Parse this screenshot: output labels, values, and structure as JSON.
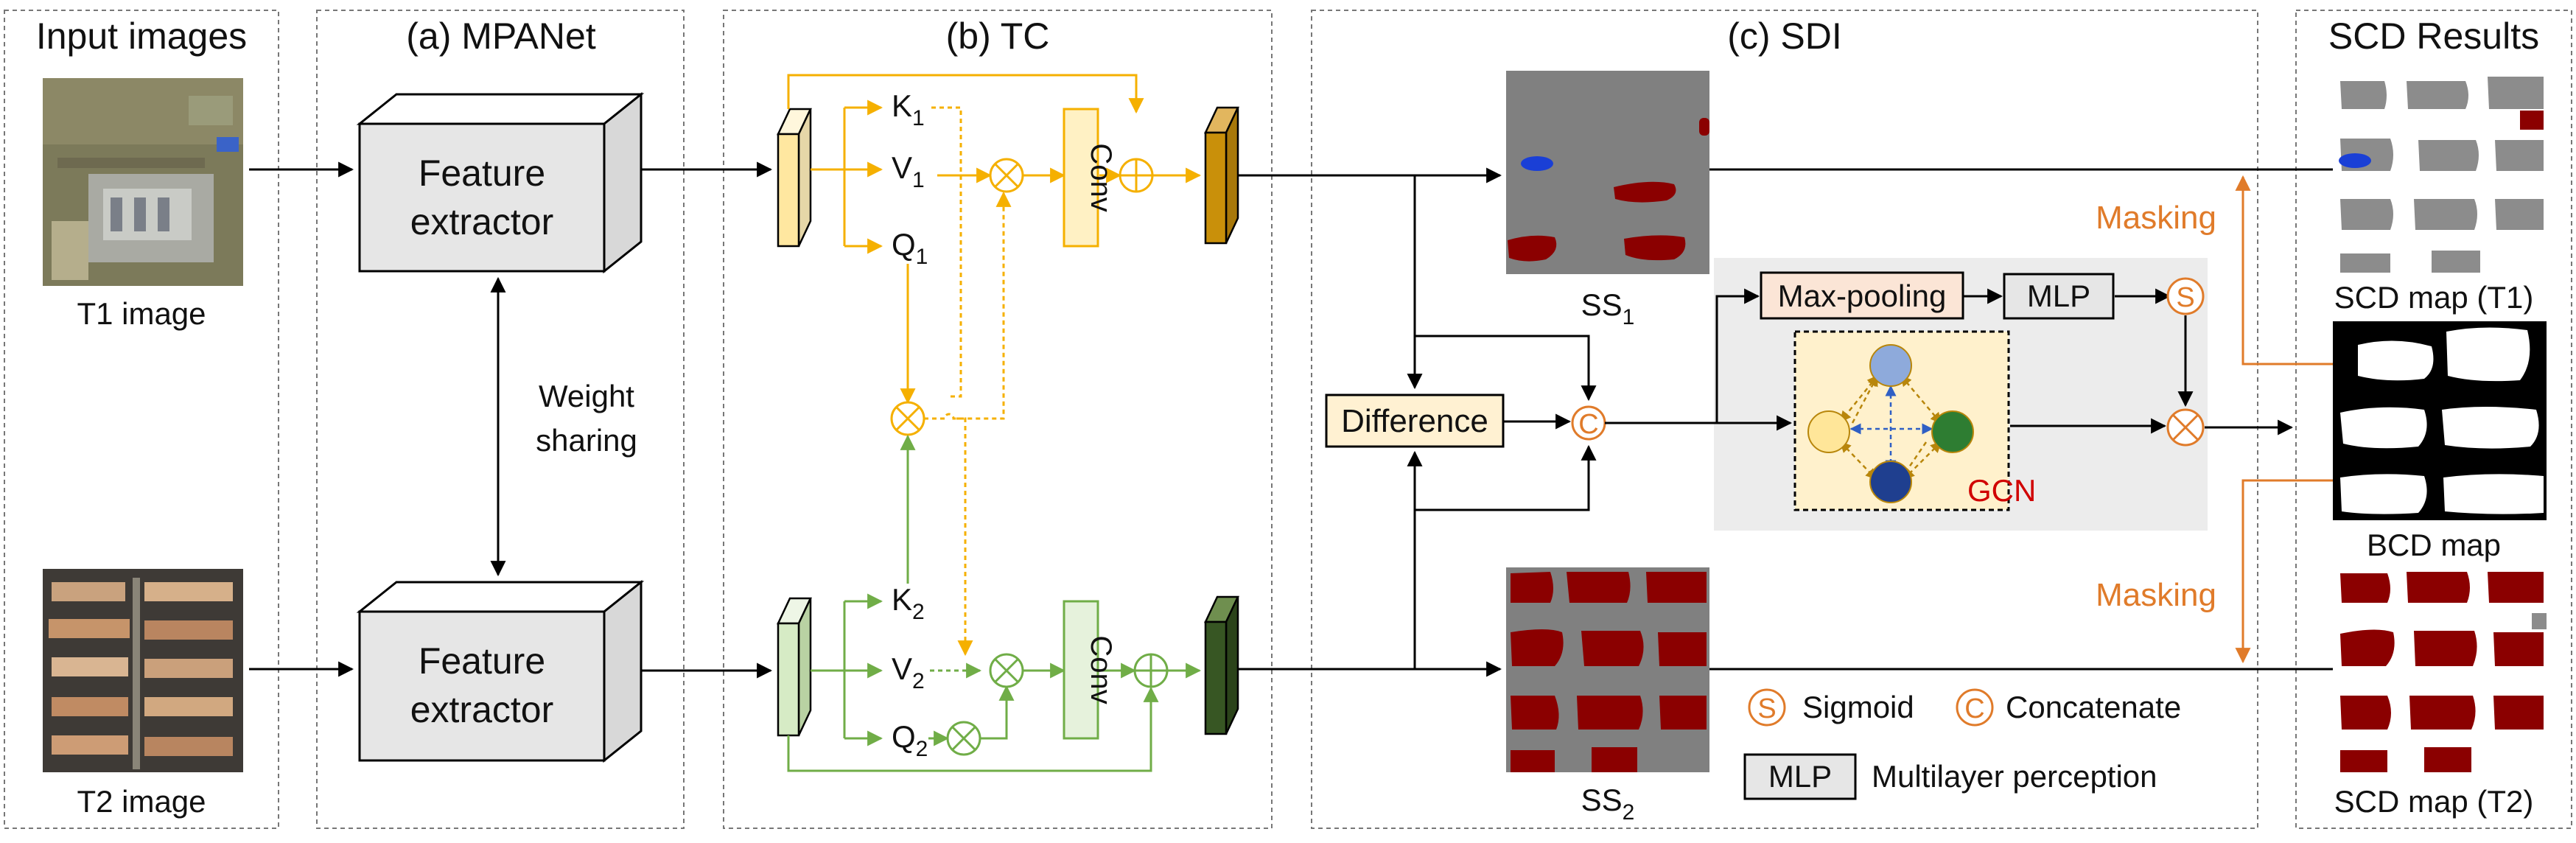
{
  "panels": {
    "input": "Input images",
    "mpanet": "(a) MPANet",
    "tc": "(b) TC",
    "sdi": "(c) SDI",
    "results": "SCD Results"
  },
  "inputs": {
    "t1": "T1 image",
    "t2": "T2 image"
  },
  "mpanet": {
    "extractor_line1": "Feature",
    "extractor_line2": "extractor",
    "weight_line1": "Weight",
    "weight_line2": "sharing"
  },
  "tc": {
    "k1": "K",
    "v1": "V",
    "q1": "Q",
    "sub1": "1",
    "k2": "K",
    "v2": "V",
    "q2": "Q",
    "sub2": "2",
    "conv": "Conv"
  },
  "sdi": {
    "ss1": "SS",
    "ss1_sub": "1",
    "ss2": "SS",
    "ss2_sub": "2",
    "difference": "Difference",
    "concat_symbol": "C",
    "sigmoid_symbol": "S",
    "maxpool": "Max-pooling",
    "mlp": "MLP",
    "gcn": "GCN"
  },
  "legend": {
    "s_symbol": "S",
    "s_label": "Sigmoid",
    "c_symbol": "C",
    "c_label": "Concatenate",
    "mlp_box": "MLP",
    "mlp_label": "Multilayer perception"
  },
  "results": {
    "masking_top": "Masking",
    "masking_bottom": "Masking",
    "scd_t1": "SCD map (T1)",
    "bcd": "BCD map",
    "scd_t2": "SCD map (T2)"
  },
  "colors": {
    "yellow": "#f5b000",
    "yellow_fill": "#ffe8a3",
    "gold": "#c9900a",
    "green": "#70ad47",
    "green_fill": "#cfe5bd",
    "dark_green": "#375623",
    "orange": "#e07b2a",
    "dark_red": "#8b0000",
    "gray_map": "#808080",
    "blue": "#1a3fd6"
  }
}
